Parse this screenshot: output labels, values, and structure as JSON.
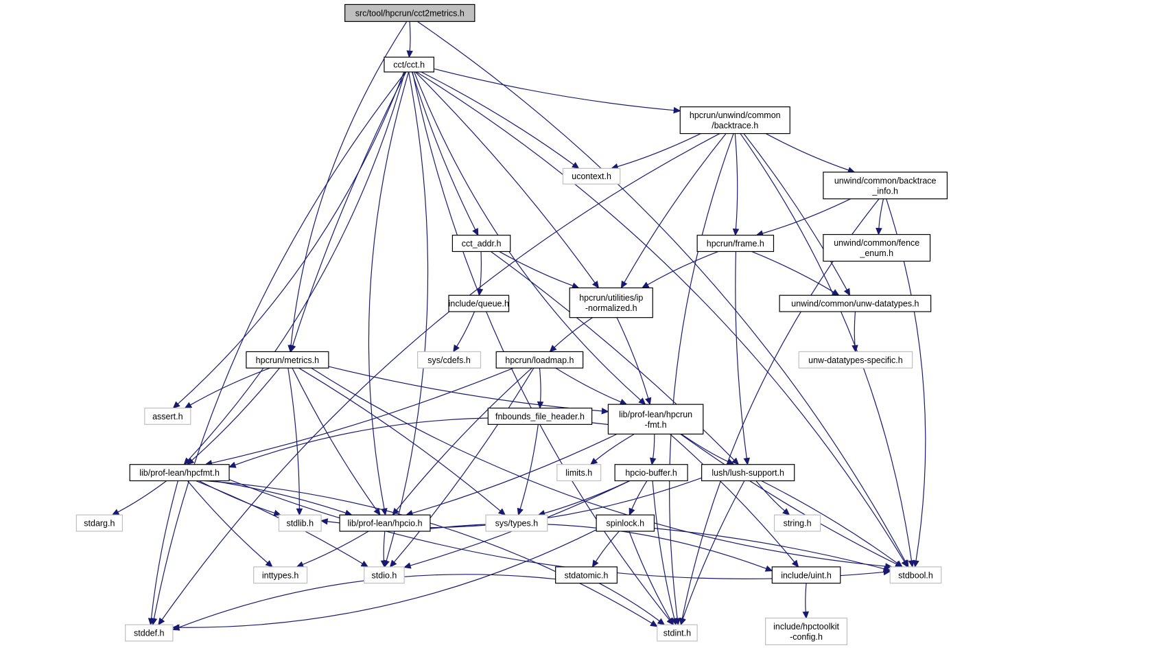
{
  "title": "src/tool/hpcrun/cct2metrics.h",
  "colors": {
    "edge": "#191970",
    "root_fill": "#bfbfbf",
    "node_border": "#000000",
    "external_border": "#bfbfbf",
    "background": "#ffffff"
  },
  "nodes": [
    {
      "id": "root",
      "label": [
        "src/tool/hpcrun/cct2metrics.h"
      ],
      "kind": "root"
    },
    {
      "id": "cct",
      "label": [
        "cct/cct.h"
      ],
      "kind": "internal"
    },
    {
      "id": "backtrace",
      "label": [
        "hpcrun/unwind/common",
        "/backtrace.h"
      ],
      "kind": "internal"
    },
    {
      "id": "ucontext",
      "label": [
        "ucontext.h"
      ],
      "kind": "external"
    },
    {
      "id": "btinfo",
      "label": [
        "unwind/common/backtrace",
        "_info.h"
      ],
      "kind": "internal"
    },
    {
      "id": "cct_addr",
      "label": [
        "cct_addr.h"
      ],
      "kind": "internal"
    },
    {
      "id": "frame",
      "label": [
        "hpcrun/frame.h"
      ],
      "kind": "internal"
    },
    {
      "id": "fence",
      "label": [
        "unwind/common/fence",
        "_enum.h"
      ],
      "kind": "internal"
    },
    {
      "id": "queue",
      "label": [
        "include/queue.h"
      ],
      "kind": "internal"
    },
    {
      "id": "ipnorm",
      "label": [
        "hpcrun/utilities/ip",
        "-normalized.h"
      ],
      "kind": "internal"
    },
    {
      "id": "unwdt",
      "label": [
        "unwind/common/unw-datatypes.h"
      ],
      "kind": "internal"
    },
    {
      "id": "cdefs",
      "label": [
        "sys/cdefs.h"
      ],
      "kind": "external"
    },
    {
      "id": "loadmap",
      "label": [
        "hpcrun/loadmap.h"
      ],
      "kind": "internal"
    },
    {
      "id": "unwdts",
      "label": [
        "unw-datatypes-specific.h"
      ],
      "kind": "external"
    },
    {
      "id": "metrics",
      "label": [
        "hpcrun/metrics.h"
      ],
      "kind": "internal"
    },
    {
      "id": "assert",
      "label": [
        "assert.h"
      ],
      "kind": "external"
    },
    {
      "id": "fnbounds",
      "label": [
        "fnbounds_file_header.h"
      ],
      "kind": "internal"
    },
    {
      "id": "hpcrunfmt",
      "label": [
        "lib/prof-lean/hpcrun",
        "-fmt.h"
      ],
      "kind": "internal"
    },
    {
      "id": "hpcfmt",
      "label": [
        "lib/prof-lean/hpcfmt.h"
      ],
      "kind": "internal"
    },
    {
      "id": "limits",
      "label": [
        "limits.h"
      ],
      "kind": "external"
    },
    {
      "id": "hpciobuf",
      "label": [
        "hpcio-buffer.h"
      ],
      "kind": "internal"
    },
    {
      "id": "lush",
      "label": [
        "lush/lush-support.h"
      ],
      "kind": "internal"
    },
    {
      "id": "stdarg",
      "label": [
        "stdarg.h"
      ],
      "kind": "external"
    },
    {
      "id": "stdlib",
      "label": [
        "stdlib.h"
      ],
      "kind": "external"
    },
    {
      "id": "hpcio",
      "label": [
        "lib/prof-lean/hpcio.h"
      ],
      "kind": "internal"
    },
    {
      "id": "systypes",
      "label": [
        "sys/types.h"
      ],
      "kind": "external"
    },
    {
      "id": "spinlock",
      "label": [
        "spinlock.h"
      ],
      "kind": "internal"
    },
    {
      "id": "string",
      "label": [
        "string.h"
      ],
      "kind": "external"
    },
    {
      "id": "inttypes",
      "label": [
        "inttypes.h"
      ],
      "kind": "external"
    },
    {
      "id": "stdio",
      "label": [
        "stdio.h"
      ],
      "kind": "external"
    },
    {
      "id": "stdatomic",
      "label": [
        "stdatomic.h"
      ],
      "kind": "internal"
    },
    {
      "id": "uint",
      "label": [
        "include/uint.h"
      ],
      "kind": "internal"
    },
    {
      "id": "stdbool",
      "label": [
        "stdbool.h"
      ],
      "kind": "external"
    },
    {
      "id": "stddef",
      "label": [
        "stddef.h"
      ],
      "kind": "external"
    },
    {
      "id": "stdint",
      "label": [
        "stdint.h"
      ],
      "kind": "external"
    },
    {
      "id": "hpctkcfg",
      "label": [
        "include/hpctoolkit",
        "-config.h"
      ],
      "kind": "external"
    }
  ],
  "edges": [
    [
      "root",
      "cct"
    ],
    [
      "root",
      "metrics"
    ],
    [
      "root",
      "stdbool"
    ],
    [
      "cct",
      "backtrace"
    ],
    [
      "cct",
      "ucontext"
    ],
    [
      "cct",
      "cct_addr"
    ],
    [
      "cct",
      "ipnorm"
    ],
    [
      "cct",
      "metrics"
    ],
    [
      "cct",
      "assert"
    ],
    [
      "cct",
      "hpcrunfmt"
    ],
    [
      "cct",
      "hpcfmt"
    ],
    [
      "cct",
      "hpcio"
    ],
    [
      "cct",
      "stdio"
    ],
    [
      "cct",
      "stddef"
    ],
    [
      "cct",
      "stdbool"
    ],
    [
      "cct",
      "stdint"
    ],
    [
      "backtrace",
      "ucontext"
    ],
    [
      "backtrace",
      "btinfo"
    ],
    [
      "backtrace",
      "frame"
    ],
    [
      "backtrace",
      "ipnorm"
    ],
    [
      "backtrace",
      "unwdt"
    ],
    [
      "backtrace",
      "stddef"
    ],
    [
      "backtrace",
      "stdbool"
    ],
    [
      "backtrace",
      "stdint"
    ],
    [
      "btinfo",
      "frame"
    ],
    [
      "btinfo",
      "fence"
    ],
    [
      "btinfo",
      "stdbool"
    ],
    [
      "btinfo",
      "stdint"
    ],
    [
      "cct_addr",
      "queue"
    ],
    [
      "cct_addr",
      "ipnorm"
    ],
    [
      "cct_addr",
      "lush"
    ],
    [
      "frame",
      "ipnorm"
    ],
    [
      "frame",
      "unwdt"
    ],
    [
      "frame",
      "lush"
    ],
    [
      "queue",
      "cdefs"
    ],
    [
      "ipnorm",
      "loadmap"
    ],
    [
      "ipnorm",
      "hpcrunfmt"
    ],
    [
      "unwdt",
      "unwdts"
    ],
    [
      "loadmap",
      "fnbounds"
    ],
    [
      "loadmap",
      "hpcrunfmt"
    ],
    [
      "loadmap",
      "hpcfmt"
    ],
    [
      "loadmap",
      "hpcio"
    ],
    [
      "loadmap",
      "stdio"
    ],
    [
      "metrics",
      "assert"
    ],
    [
      "metrics",
      "hpcfmt"
    ],
    [
      "metrics",
      "hpcrunfmt"
    ],
    [
      "metrics",
      "stdlib"
    ],
    [
      "metrics",
      "hpcio"
    ],
    [
      "metrics",
      "systypes"
    ],
    [
      "metrics",
      "stdbool"
    ],
    [
      "fnbounds",
      "systypes"
    ],
    [
      "hpcrunfmt",
      "hpcfmt"
    ],
    [
      "hpcrunfmt",
      "hpcio"
    ],
    [
      "hpcrunfmt",
      "limits"
    ],
    [
      "hpcrunfmt",
      "hpciobuf"
    ],
    [
      "hpcrunfmt",
      "lush"
    ],
    [
      "hpcrunfmt",
      "uint"
    ],
    [
      "hpcrunfmt",
      "stdbool"
    ],
    [
      "hpcfmt",
      "stdarg"
    ],
    [
      "hpcfmt",
      "stdlib"
    ],
    [
      "hpcfmt",
      "hpcio"
    ],
    [
      "hpcfmt",
      "inttypes"
    ],
    [
      "hpcfmt",
      "stdio"
    ],
    [
      "hpcfmt",
      "stddef"
    ],
    [
      "hpcfmt",
      "stdint"
    ],
    [
      "hpcfmt",
      "stdbool"
    ],
    [
      "hpciobuf",
      "systypes"
    ],
    [
      "hpciobuf",
      "spinlock"
    ],
    [
      "hpciobuf",
      "stdio"
    ],
    [
      "hpciobuf",
      "stdint"
    ],
    [
      "lush",
      "stdlib"
    ],
    [
      "lush",
      "string"
    ],
    [
      "lush",
      "stdbool"
    ],
    [
      "lush",
      "stdint"
    ],
    [
      "hpcio",
      "inttypes"
    ],
    [
      "hpcio",
      "stdio"
    ],
    [
      "hpcio",
      "uint"
    ],
    [
      "spinlock",
      "stdatomic"
    ],
    [
      "spinlock",
      "stdbool"
    ],
    [
      "spinlock",
      "stdint"
    ],
    [
      "spinlock",
      "stddef"
    ],
    [
      "stdatomic",
      "stddef"
    ],
    [
      "stdatomic",
      "stdint"
    ],
    [
      "uint",
      "hpctkcfg"
    ]
  ]
}
